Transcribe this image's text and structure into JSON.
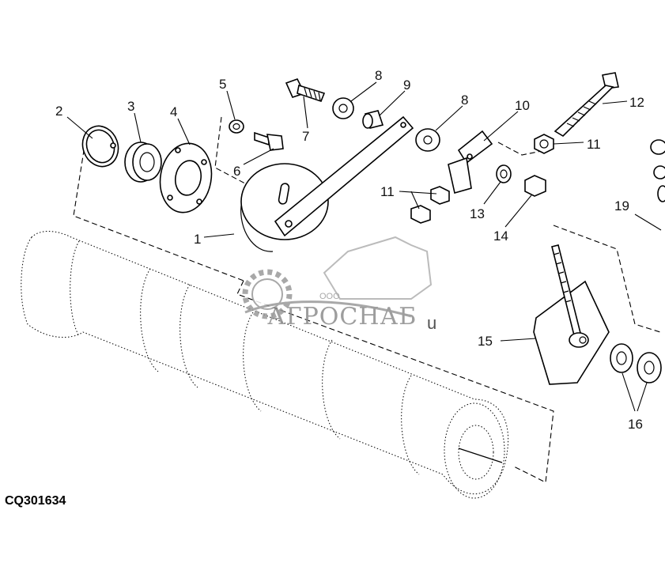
{
  "figure_code": "CQ301634",
  "watermark": {
    "small_text": "ООО",
    "brand_text": "АГРОСНАБ",
    "suffix_text": "u"
  },
  "callouts": [
    "1",
    "2",
    "3",
    "4",
    "5",
    "6",
    "7",
    "8",
    "8",
    "9",
    "10",
    "11",
    "11",
    "12",
    "13",
    "14",
    "15",
    "16",
    "19"
  ]
}
